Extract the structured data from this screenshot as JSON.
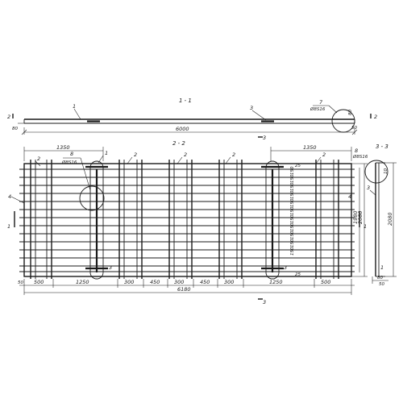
{
  "section_1_1": {
    "title": "1 - 1",
    "callout_1": "1",
    "callout_3": "3",
    "callout_7": "7",
    "callout_7_sub": "Ø8S16",
    "length": "6000",
    "cut_2_left": "2",
    "cut_2_right": "2",
    "dim_80": "80",
    "dim_50": "50",
    "dim_80b": "80",
    "cut_3": "3"
  },
  "section_2_2": {
    "title": "2 - 2",
    "dim_1350_left": "1350",
    "dim_1350_right": "1350",
    "callout_8": "8",
    "callout_8_sub": "Ø8S16",
    "callout_8_right": "8",
    "callout_8_right_sub": "Ø8S16",
    "callout_1": "1",
    "callout_2": [
      "2",
      "2",
      "2",
      "2",
      "2"
    ],
    "callout_4": "4",
    "callout_4_right": "4",
    "cut_1_left": "1",
    "cut_1_right": "1",
    "callout_3_left": "3",
    "callout_3_right": "3",
    "bottom_dims": [
      "50",
      "500",
      "1250",
      "300",
      "450",
      "300",
      "450",
      "300",
      "1250",
      "500"
    ],
    "total_length": "6180",
    "vertical_spacing": [
      "25",
      "150",
      "150",
      "150",
      "150",
      "150",
      "150",
      "150",
      "150",
      "150",
      "150",
      "150",
      "25"
    ],
    "height_outer": "2080",
    "height_inner": "1980",
    "cut_3": "3"
  },
  "section_3_3": {
    "title": "3 - 3",
    "callout_3": "3",
    "callout_1": "1",
    "dim_50": "50",
    "dim_80": "80",
    "dim_height": "2080",
    "dim_10": "10"
  }
}
